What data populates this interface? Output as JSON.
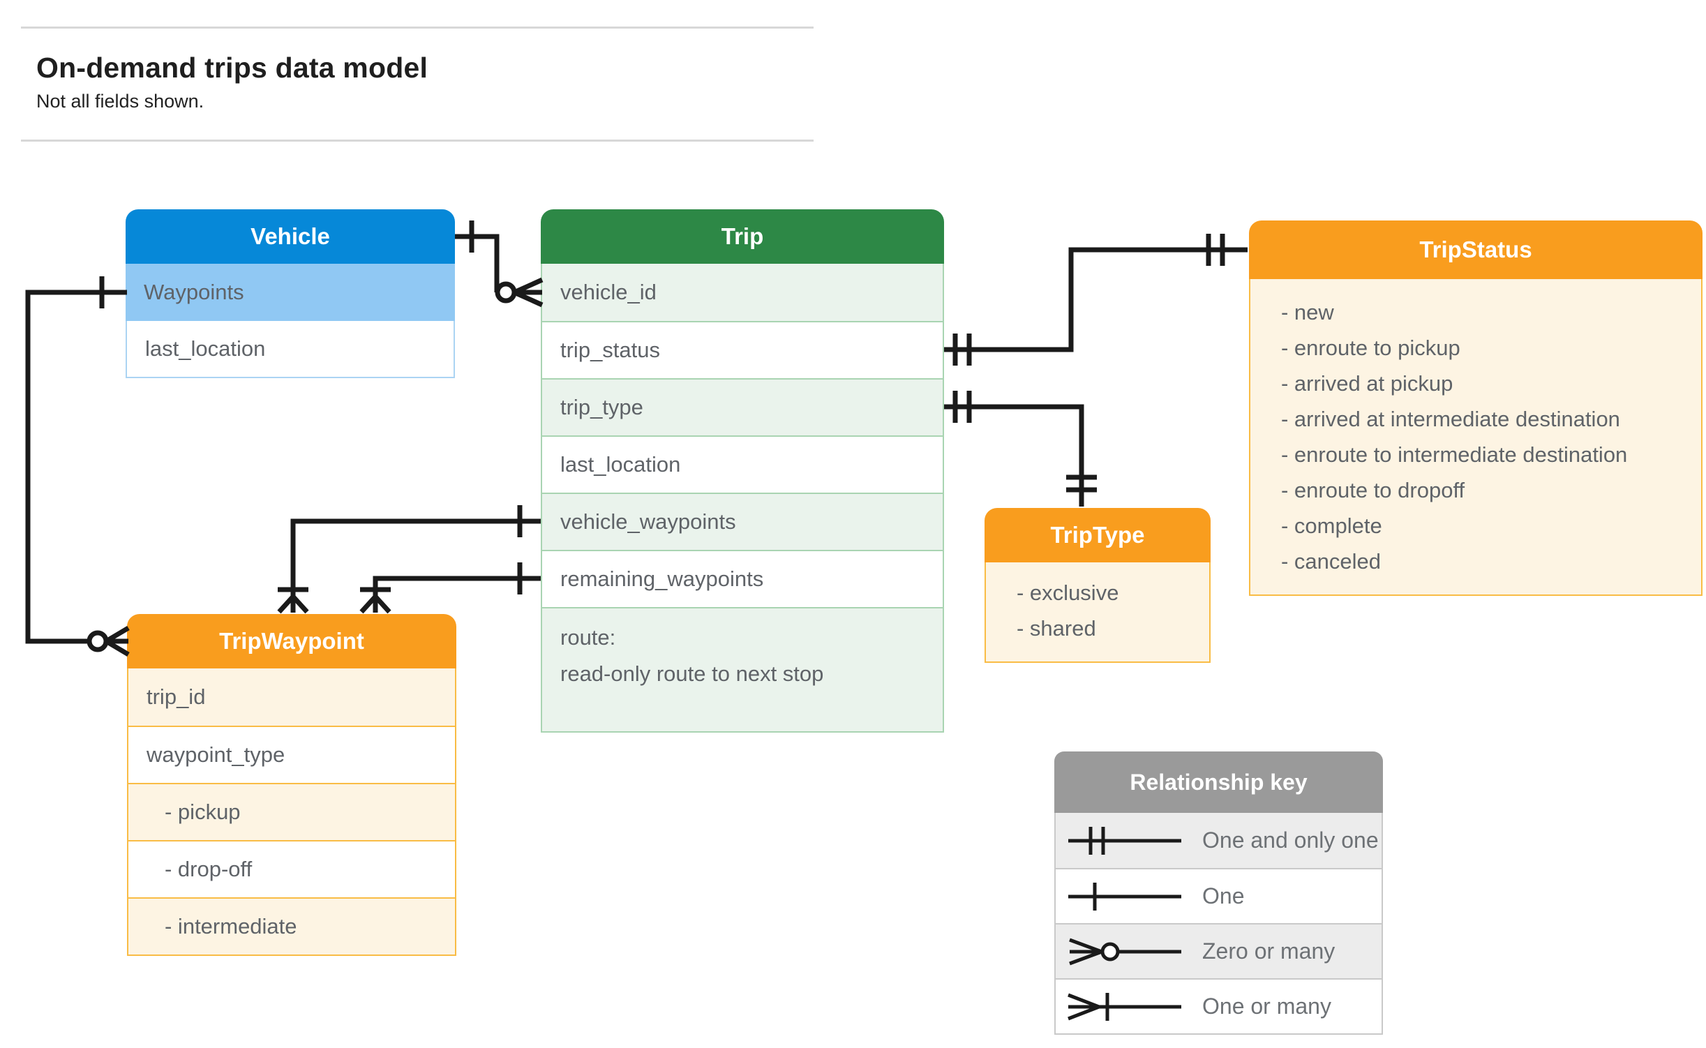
{
  "page": {
    "title": "On-demand trips data model",
    "subtitle": "Not all fields shown."
  },
  "colors": {
    "vehicle_header": "#0688d8",
    "vehicle_highlight_row": "#90c8f3",
    "trip_header": "#2d8846",
    "trip_row_alt": "#eaf3ec",
    "orange_header": "#f99d1e",
    "orange_row": "#fdf4e3",
    "key_header": "#9a9a9a",
    "key_row_alt": "#ececec",
    "connector": "#1a1a1a",
    "field_text": "#5f6368"
  },
  "entities": {
    "vehicle": {
      "title": "Vehicle",
      "fields": [
        "Waypoints",
        "last_location"
      ]
    },
    "trip": {
      "title": "Trip",
      "fields": [
        "vehicle_id",
        "trip_status",
        "trip_type",
        "last_location",
        "vehicle_waypoints",
        "remaining_waypoints"
      ],
      "route_field": {
        "line1": "route:",
        "line2": "read-only route to next stop"
      }
    },
    "trip_status": {
      "title": "TripStatus",
      "values": [
        "- new",
        "- enroute to pickup",
        "- arrived at pickup",
        "- arrived at intermediate destination",
        "- enroute to intermediate destination",
        "- enroute to dropoff",
        "- complete",
        "- canceled"
      ]
    },
    "trip_type": {
      "title": "TripType",
      "values": [
        "- exclusive",
        "- shared"
      ]
    },
    "trip_waypoint": {
      "title": "TripWaypoint",
      "fields": [
        "trip_id",
        "waypoint_type"
      ],
      "sub_values": [
        "- pickup",
        "- drop-off",
        "- intermediate"
      ]
    }
  },
  "legend": {
    "title": "Relationship key",
    "items": [
      {
        "symbol": "one-and-only-one",
        "label": "One and only one"
      },
      {
        "symbol": "one",
        "label": "One"
      },
      {
        "symbol": "zero-or-many",
        "label": "Zero or many"
      },
      {
        "symbol": "one-or-many",
        "label": "One or many"
      }
    ]
  }
}
